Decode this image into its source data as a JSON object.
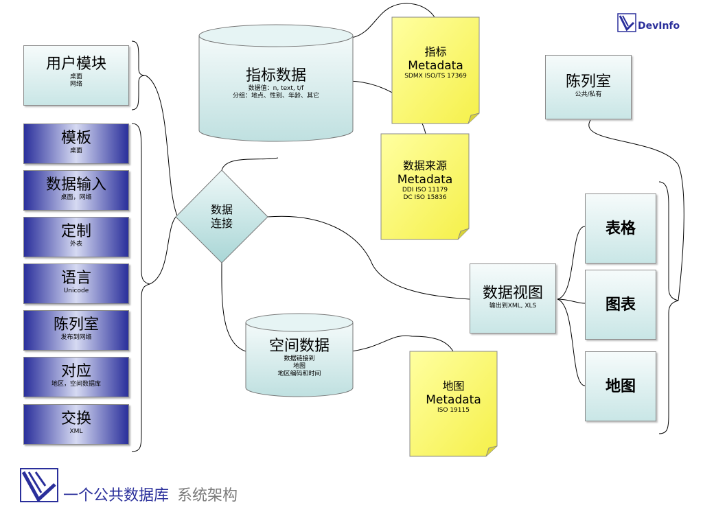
{
  "logo": {
    "text": "DevInfo"
  },
  "user_module": {
    "title": "用户模块",
    "sub1": "桌面",
    "sub2": "网络"
  },
  "left_modules": [
    {
      "title": "模板",
      "sub": "桌面"
    },
    {
      "title": "数据输入",
      "sub": "桌面，网络"
    },
    {
      "title": "定制",
      "sub": "外表"
    },
    {
      "title": "语言",
      "sub": "Unicode"
    },
    {
      "title": "陈列室",
      "sub": "发布到网络"
    },
    {
      "title": "对应",
      "sub": "地区，空间数据库"
    },
    {
      "title": "交换",
      "sub": "XML"
    }
  ],
  "indicator_db": {
    "title": "指标数据",
    "line1": "数据值：n, text, t/f",
    "line2": "分组：地点、性别、年龄、其它"
  },
  "data_connect": {
    "line1": "数据",
    "line2": "连接"
  },
  "spatial_db": {
    "title": "空间数据",
    "line1": "数据链接到",
    "line2": "地图",
    "line3": "地区编码和时间"
  },
  "notes": {
    "indicator_meta": {
      "title": "指标",
      "meta": "Metadata",
      "std": "SDMX ISO/TS 17369"
    },
    "source_meta": {
      "title": "数据来源",
      "meta": "Metadata",
      "std1": "DDI ISO 11179",
      "std2": "DC ISO 15836"
    },
    "map_meta": {
      "title": "地图",
      "meta": "Metadata",
      "std": "ISO 19115"
    }
  },
  "gallery": {
    "title": "陈列室",
    "sub": "公共/私有"
  },
  "data_view": {
    "title": "数据视图",
    "sub": "输出到XML, XLS"
  },
  "outputs": [
    {
      "title": "表格"
    },
    {
      "title": "图表"
    },
    {
      "title": "地图"
    }
  ],
  "footer": {
    "title": "一个公共数据库",
    "subtitle": "系统架构"
  },
  "colors": {
    "teal_fill": "#c9e6e6",
    "blue_fill": "#2a2f9b",
    "note_fill": "#ffff66",
    "accent": "#2a2f9b"
  }
}
